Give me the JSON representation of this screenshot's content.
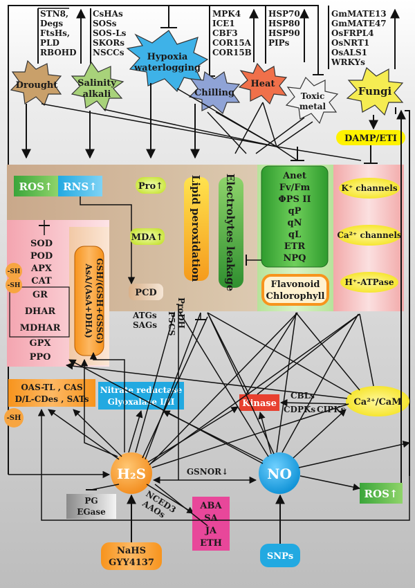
{
  "gene_groups": {
    "drought": [
      "STN8,",
      "Degs",
      "FtsHs,",
      "PLD",
      "RBOHD"
    ],
    "salinity": [
      "CsHAs",
      "SOSs",
      "SOS-Ls",
      "SKORs",
      "NSCCs"
    ],
    "chilling": [
      "MPK4",
      "ICE1",
      "CBF3",
      "COR15A",
      "COR15B"
    ],
    "heat": [
      "HSP70",
      "HSP80",
      "HSP90",
      "PIPs"
    ],
    "fungi": [
      "GmMATE13",
      "GmMATE47",
      "OsFRPL4",
      "OsNRT1",
      "OsALS1",
      "WRKYs"
    ]
  },
  "stresses": {
    "drought": "Drought",
    "salinity": [
      "Salinity",
      "alkali"
    ],
    "hypoxia": [
      "Hypoxia",
      "waterlogging"
    ],
    "chilling": "Chilling",
    "heat": "Heat",
    "toxic": [
      "Toxic",
      "metal"
    ],
    "fungi": "Fungi"
  },
  "damp": "DAMP/ETI",
  "ros_rns": {
    "ros": "ROS↑",
    "rns": "RNS↑"
  },
  "pro": "Pro↑",
  "mda": "MDA↑",
  "lipid": "Lipid peroxidation",
  "electrolytes": "Electrolytes leakage",
  "photosynthesis": [
    "Anet",
    "Fv/Fm",
    "ΦPS II",
    "qP",
    "qN",
    "qL",
    "ETR",
    "NPQ"
  ],
  "channels": {
    "k": "K⁺ channels",
    "ca": "Ca²⁺ channels",
    "h": "H⁺-ATPase"
  },
  "flavonoid": [
    "Flavonoid",
    "Chlorophyll"
  ],
  "enzymes": [
    "SOD",
    "POD",
    "APX",
    "CAT",
    "GR",
    "DHAR",
    "MDHAR",
    "GPX",
    "PPO"
  ],
  "sh": "-SH",
  "asa": [
    "AsA/(AsA+DHA)",
    "GSH/(GSH+GSSG)"
  ],
  "pcd": "PCD",
  "atgs": [
    "ATGs",
    "SAGs"
  ],
  "p5cs": [
    "P5CS",
    "ProDH"
  ],
  "oas": [
    "OAS-TL , CAS",
    "D/L-CDes , SATs"
  ],
  "nitrate": [
    "Nitrate reductase",
    "Glyoxalase I/II"
  ],
  "kinase": "Kinase",
  "cbls": [
    "CBLs",
    "CDPKs",
    "CIPKs"
  ],
  "cam": "Ca²⁺/CaM",
  "h2s": "H₂S",
  "no": "NO",
  "gsnor": "GSNOR↓",
  "ros_bottom": "ROS↑",
  "pg": [
    "PG",
    "EGase"
  ],
  "nced": [
    "NCED3",
    "AAOs"
  ],
  "hormones": [
    "ABA",
    "SA",
    "JA",
    "ETH"
  ],
  "nahs": [
    "NaHS",
    "GYY4137"
  ],
  "snps": "SNPs"
}
